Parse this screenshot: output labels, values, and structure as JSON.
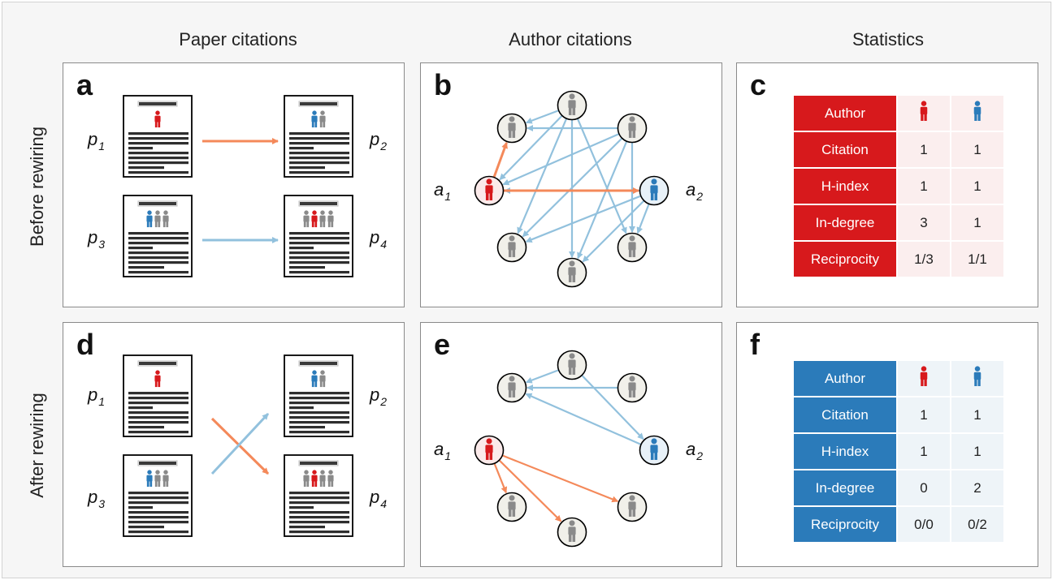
{
  "column_titles": {
    "paper": "Paper citations",
    "author": "Author citations",
    "stats": "Statistics"
  },
  "row_titles": {
    "before": "Before rewiring",
    "after": "After rewiring"
  },
  "panels": {
    "a": "a",
    "b": "b",
    "c": "c",
    "d": "d",
    "e": "e",
    "f": "f"
  },
  "paper_labels": {
    "p1": "p",
    "p1_sub": "1",
    "p2": "p",
    "p2_sub": "2",
    "p3": "p",
    "p3_sub": "3",
    "p4": "p",
    "p4_sub": "4"
  },
  "author_labels": {
    "a1": "a",
    "a1_sub": "1",
    "a2": "a",
    "a2_sub": "2"
  },
  "colors": {
    "red": "#d7191c",
    "blue": "#2b7bba",
    "gray": "#8a8a8a",
    "orange_arrow": "#f4895a",
    "blue_arrow": "#92c1dd",
    "stats_before_header": "#d7191c",
    "stats_before_cell": "#fbeeee",
    "stats_after_header": "#2b7bba",
    "stats_after_cell": "#eef4f8"
  },
  "stats_before": {
    "rows": [
      {
        "label": "Author",
        "red": "",
        "blue": ""
      },
      {
        "label": "Citation",
        "red": "1",
        "blue": "1"
      },
      {
        "label": "H-index",
        "red": "1",
        "blue": "1"
      },
      {
        "label": "In-degree",
        "red": "3",
        "blue": "1"
      },
      {
        "label": "Reciprocity",
        "red": "1/3",
        "blue": "1/1"
      }
    ]
  },
  "stats_after": {
    "rows": [
      {
        "label": "Author",
        "red": "",
        "blue": ""
      },
      {
        "label": "Citation",
        "red": "1",
        "blue": "1"
      },
      {
        "label": "H-index",
        "red": "1",
        "blue": "1"
      },
      {
        "label": "In-degree",
        "red": "0",
        "blue": "2"
      },
      {
        "label": "Reciprocity",
        "red": "0/0",
        "blue": "0/2"
      }
    ]
  }
}
